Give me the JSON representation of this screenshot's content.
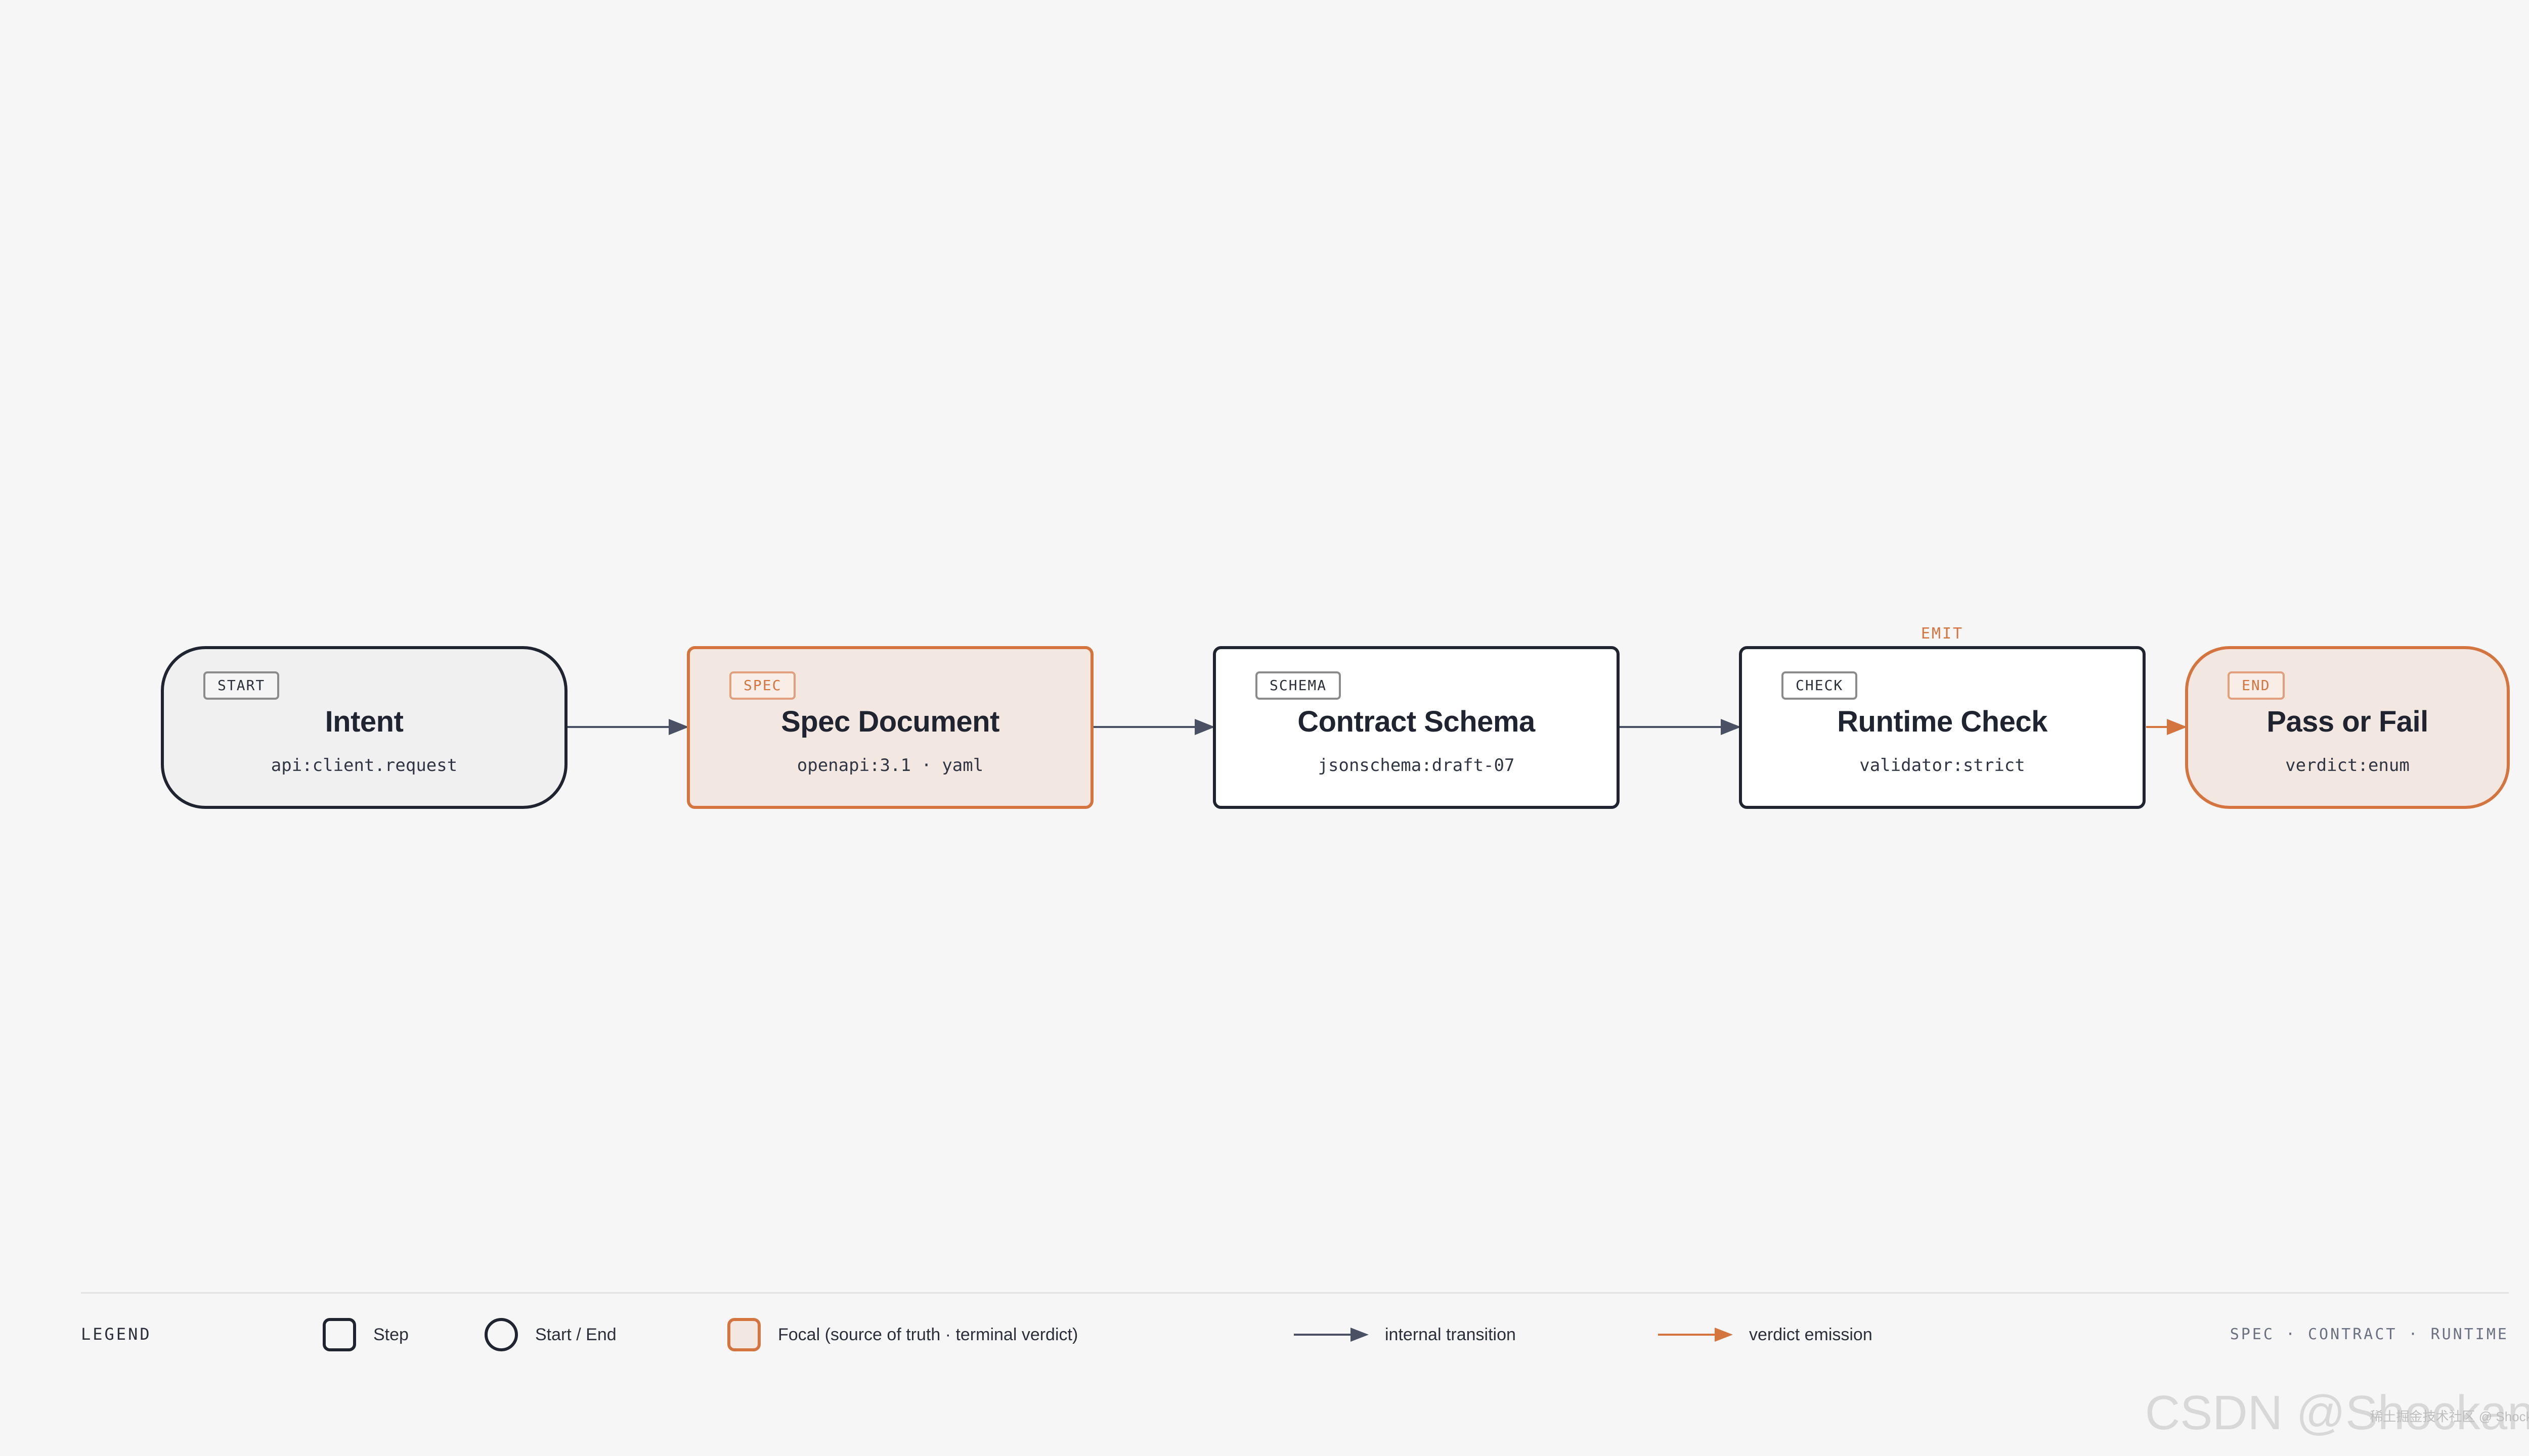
{
  "nodes": [
    {
      "id": "intent",
      "tag": "START",
      "title": "Intent",
      "subtitle": "api:client.request"
    },
    {
      "id": "spec",
      "tag": "SPEC",
      "title": "Spec Document",
      "subtitle": "openapi:3.1 · yaml"
    },
    {
      "id": "schema",
      "tag": "SCHEMA",
      "title": "Contract Schema",
      "subtitle": "jsonschema:draft-07"
    },
    {
      "id": "check",
      "tag": "CHECK",
      "title": "Runtime Check",
      "subtitle": "validator:strict"
    },
    {
      "id": "verdict",
      "tag": "END",
      "title": "Pass or Fail",
      "subtitle": "verdict:enum"
    }
  ],
  "emit_label": "EMIT",
  "legend": {
    "label": "LEGEND",
    "step": "Step",
    "start_end": "Start / End",
    "focal": "Focal (source of truth · terminal verdict)",
    "internal": "internal transition",
    "verdict": "verdict emission"
  },
  "footer": {
    "parts": [
      "SPEC",
      "CONTRACT",
      "RUNTIME"
    ],
    "separator": "·"
  },
  "watermark": {
    "main": "CSDN @Shockang",
    "small": "稀土掘金技术社区 @ Shockang"
  },
  "colors": {
    "ink": "#1f2430",
    "accent": "#d4743f",
    "focal_fill": "#f3e8e1",
    "edge": "#4a5164"
  }
}
